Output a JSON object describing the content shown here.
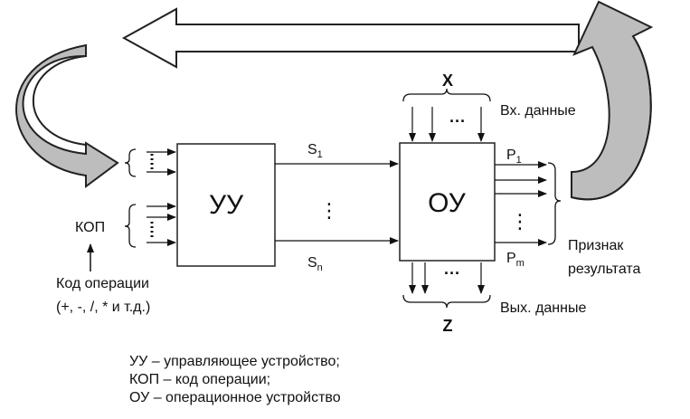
{
  "blocks": {
    "control_unit": "УУ",
    "operational_unit": "ОУ"
  },
  "signals": {
    "s_first": "S",
    "s_first_sub": "1",
    "s_last": "S",
    "s_last_sub": "n",
    "p_first": "P",
    "p_first_sub": "1",
    "p_last": "P",
    "p_last_sub": "m",
    "dots_v": "⋮",
    "dots_h": "···"
  },
  "labels": {
    "x": "X",
    "z": "Z",
    "input_data": "Вх. данные",
    "output_data": "Вых. данные",
    "kop": "КОП",
    "op_code_line1": "Код операции",
    "op_code_line2": "(+, -, /, * и т.д.)",
    "result_flag_line1": "Признак",
    "result_flag_line2": "результата"
  },
  "legend": [
    "УУ – управляющее устройство;",
    "КОП – код операции;",
    "ОУ – операционное устройство"
  ]
}
